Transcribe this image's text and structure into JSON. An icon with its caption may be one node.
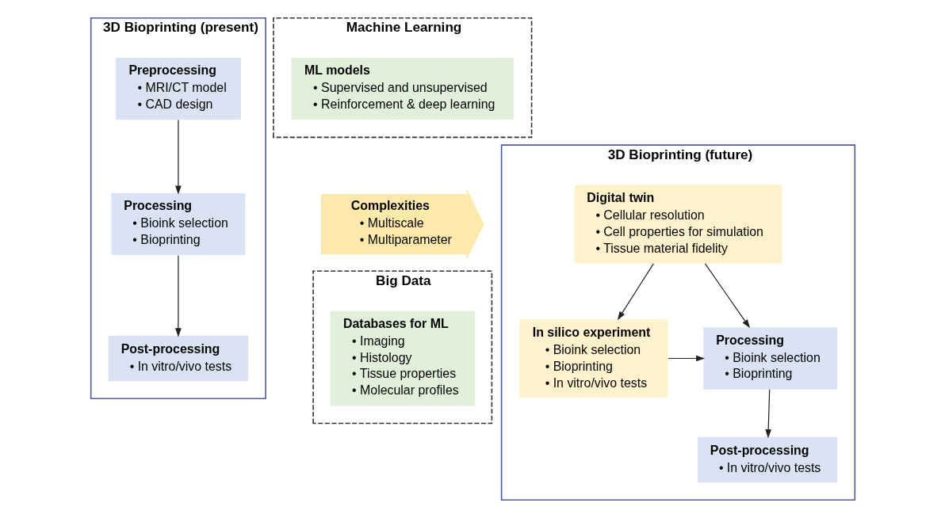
{
  "diagram": {
    "nodes": [
      {
        "text": [
          "3D Bioprinting (present)"
        ]
      },
      {
        "text": [
          "Preprocessing",
          "• MRI/CT model",
          "• CAD design"
        ],
        "in": 0
      },
      {
        "text": [
          "Processing",
          "• Bioink selection",
          "• Bioprinting"
        ],
        "in": 0
      },
      {
        "text": [
          "Post-processing",
          "• In vitro/vivo tests"
        ],
        "in": 0
      },
      {
        "text": [
          "Machine Learning"
        ]
      },
      {
        "text": [
          "ML models",
          "• Supervised and unsupervised",
          "• Reinforcement & deep learning"
        ],
        "in": 4
      },
      {
        "text": [
          "Complexities",
          "• Multiscale",
          "• Multiparameter"
        ]
      },
      {
        "text": [
          "Big Data"
        ]
      },
      {
        "text": [
          "Databases for ML",
          "• Imaging",
          "• Histology",
          "• Tissue properties",
          "• Molecular profiles"
        ],
        "in": 7
      },
      {
        "text": [
          "3D Bioprinting (future)"
        ]
      },
      {
        "text": [
          "Digital twin",
          "• Cellular resolution",
          "• Cell properties for simulation",
          "• Tissue material fidelity"
        ],
        "in": 9
      },
      {
        "text": [
          "In silico experiment",
          "• Bioink selection",
          "• Bioprinting",
          "• In vitro/vivo tests"
        ],
        "in": 9
      },
      {
        "text": [
          "Processing",
          "• Bioink selection",
          "• Bioprinting"
        ],
        "in": 9
      },
      {
        "text": [
          "Post-processing",
          "• In vitro/vivo tests"
        ],
        "in": 9
      }
    ],
    "edges": [
      {
        "from": 1,
        "to": 2,
        "arrow": "to"
      },
      {
        "from": 2,
        "to": 3,
        "arrow": "to"
      },
      {
        "from": 10,
        "to": 11,
        "arrow": "to"
      },
      {
        "from": 10,
        "to": 12,
        "arrow": "to"
      },
      {
        "from": 11,
        "to": 12,
        "arrow": "to"
      },
      {
        "from": 12,
        "to": 13,
        "arrow": "to"
      }
    ]
  }
}
